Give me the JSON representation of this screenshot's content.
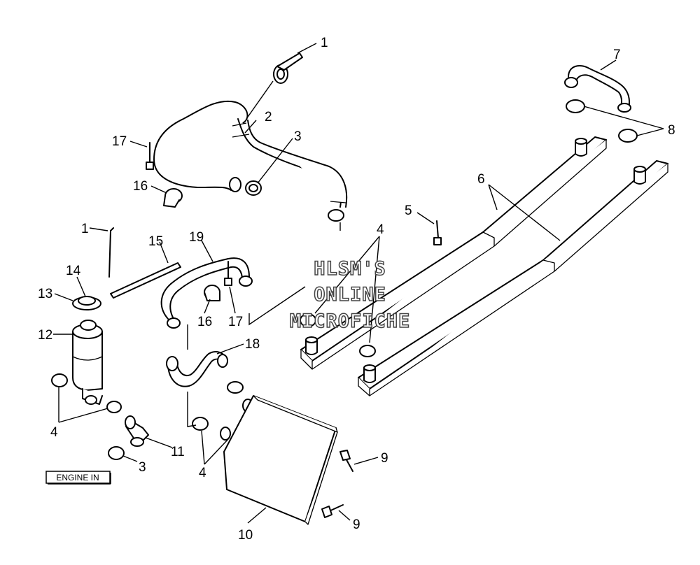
{
  "callouts": {
    "c1_top": "1",
    "c2": "2",
    "c3_top": "3",
    "c4_mid": "4",
    "c5": "5",
    "c6": "6",
    "c7": "7",
    "c8": "8",
    "c17_top": "17",
    "c16_top": "16",
    "c1_left": "1",
    "c15": "15",
    "c19": "19",
    "c14": "14",
    "c13": "13",
    "c16_mid": "16",
    "c17_mid": "17",
    "c12": "12",
    "c18": "18",
    "c4_left": "4",
    "c3_bottom": "3",
    "c11": "11",
    "c4_bottom": "4",
    "c9_top": "9",
    "c9_bottom": "9",
    "c10": "10"
  },
  "engine_label": "ENGINE IN",
  "watermark": {
    "line1": "HLSM'S",
    "line2": "ONLINE",
    "line3": "MICROFICHE"
  }
}
